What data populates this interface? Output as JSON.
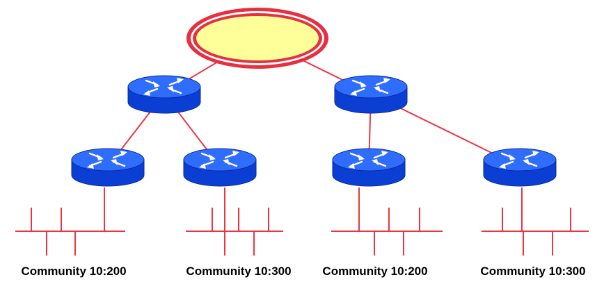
{
  "diagram": {
    "colors": {
      "link": "#ee3344",
      "ellipse_fill": "#ffff99",
      "ellipse_ring": "#e63040",
      "router_top": "#2f6dff",
      "router_side": "#0b3fd4",
      "router_edge": "#062a9a",
      "arrow": "#ffffff"
    },
    "nodes": [
      {
        "id": "core",
        "kind": "cloud",
        "icon": "backbone-ellipse"
      },
      {
        "id": "agg-left",
        "kind": "router",
        "icon": "router-icon"
      },
      {
        "id": "agg-right",
        "kind": "router",
        "icon": "router-icon"
      },
      {
        "id": "access-1",
        "kind": "router",
        "icon": "router-icon"
      },
      {
        "id": "access-2",
        "kind": "router",
        "icon": "router-icon"
      },
      {
        "id": "access-3",
        "kind": "router",
        "icon": "router-icon"
      },
      {
        "id": "access-4",
        "kind": "router",
        "icon": "router-icon"
      }
    ],
    "links": [
      [
        "core",
        "agg-left"
      ],
      [
        "core",
        "agg-right"
      ],
      [
        "agg-left",
        "access-1"
      ],
      [
        "agg-left",
        "access-2"
      ],
      [
        "agg-right",
        "access-3"
      ],
      [
        "agg-right",
        "access-4"
      ]
    ],
    "lans": [
      {
        "id": "lan-1",
        "router": "access-1",
        "label": "Community 10:200"
      },
      {
        "id": "lan-2",
        "router": "access-2",
        "label": "Community 10:300"
      },
      {
        "id": "lan-3",
        "router": "access-3",
        "label": "Community 10:200"
      },
      {
        "id": "lan-4",
        "router": "access-4",
        "label": "Community 10:300"
      }
    ]
  }
}
